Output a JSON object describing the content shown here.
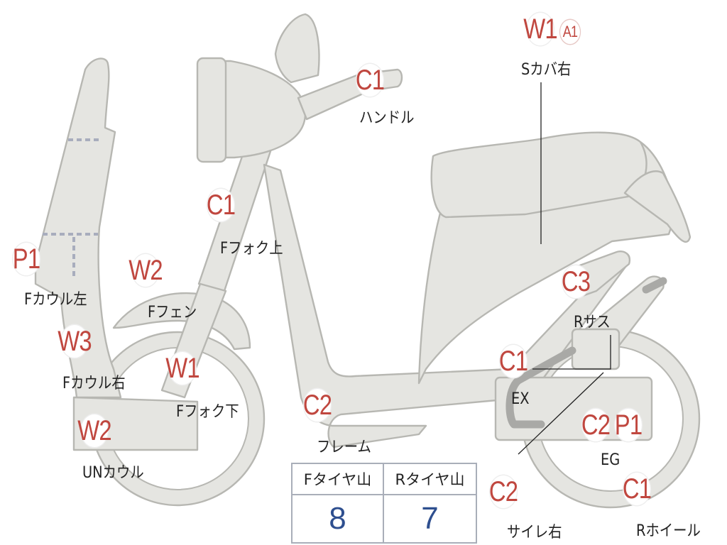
{
  "badges": {
    "w1_top": "W1",
    "a1_top": "A1",
    "c1_handle": "C1",
    "c1_fork_upper": "C1",
    "p1_cowl_left": "P1",
    "w2_fender": "W2",
    "w3_cowl_right": "W3",
    "w1_fork_lower": "W1",
    "w2_under_cowl": "W2",
    "c2_frame": "C2",
    "c3_rsus": "C3",
    "c1_ex": "C1",
    "c2_eg": "C2",
    "p1_eg": "P1",
    "c2_silencer": "C2",
    "c1_rwheel": "C1"
  },
  "labels": {
    "s_cover_right": "Sカバ右",
    "handle": "ハンドル",
    "fork_upper": "Fフォク上",
    "cowl_left": "Fカウル左",
    "fender": "Fフェン",
    "cowl_right": "Fカウル右",
    "fork_lower": "Fフォク下",
    "under_cowl": "UNカウル",
    "frame": "フレーム",
    "r_sus": "Rサス",
    "ex": "EX",
    "eg": "EG",
    "silencer_right": "サイレ右",
    "r_wheel": "Rホイール"
  },
  "tire_table": {
    "headers": [
      "Fタイヤ山",
      "Rタイヤ山"
    ],
    "values": [
      "8",
      "7"
    ]
  },
  "colors": {
    "badge_text": "#c0473f",
    "table_value": "#2e4f8f",
    "part_fill": "#e5e5e1",
    "part_stroke": "#b7b7b2"
  }
}
